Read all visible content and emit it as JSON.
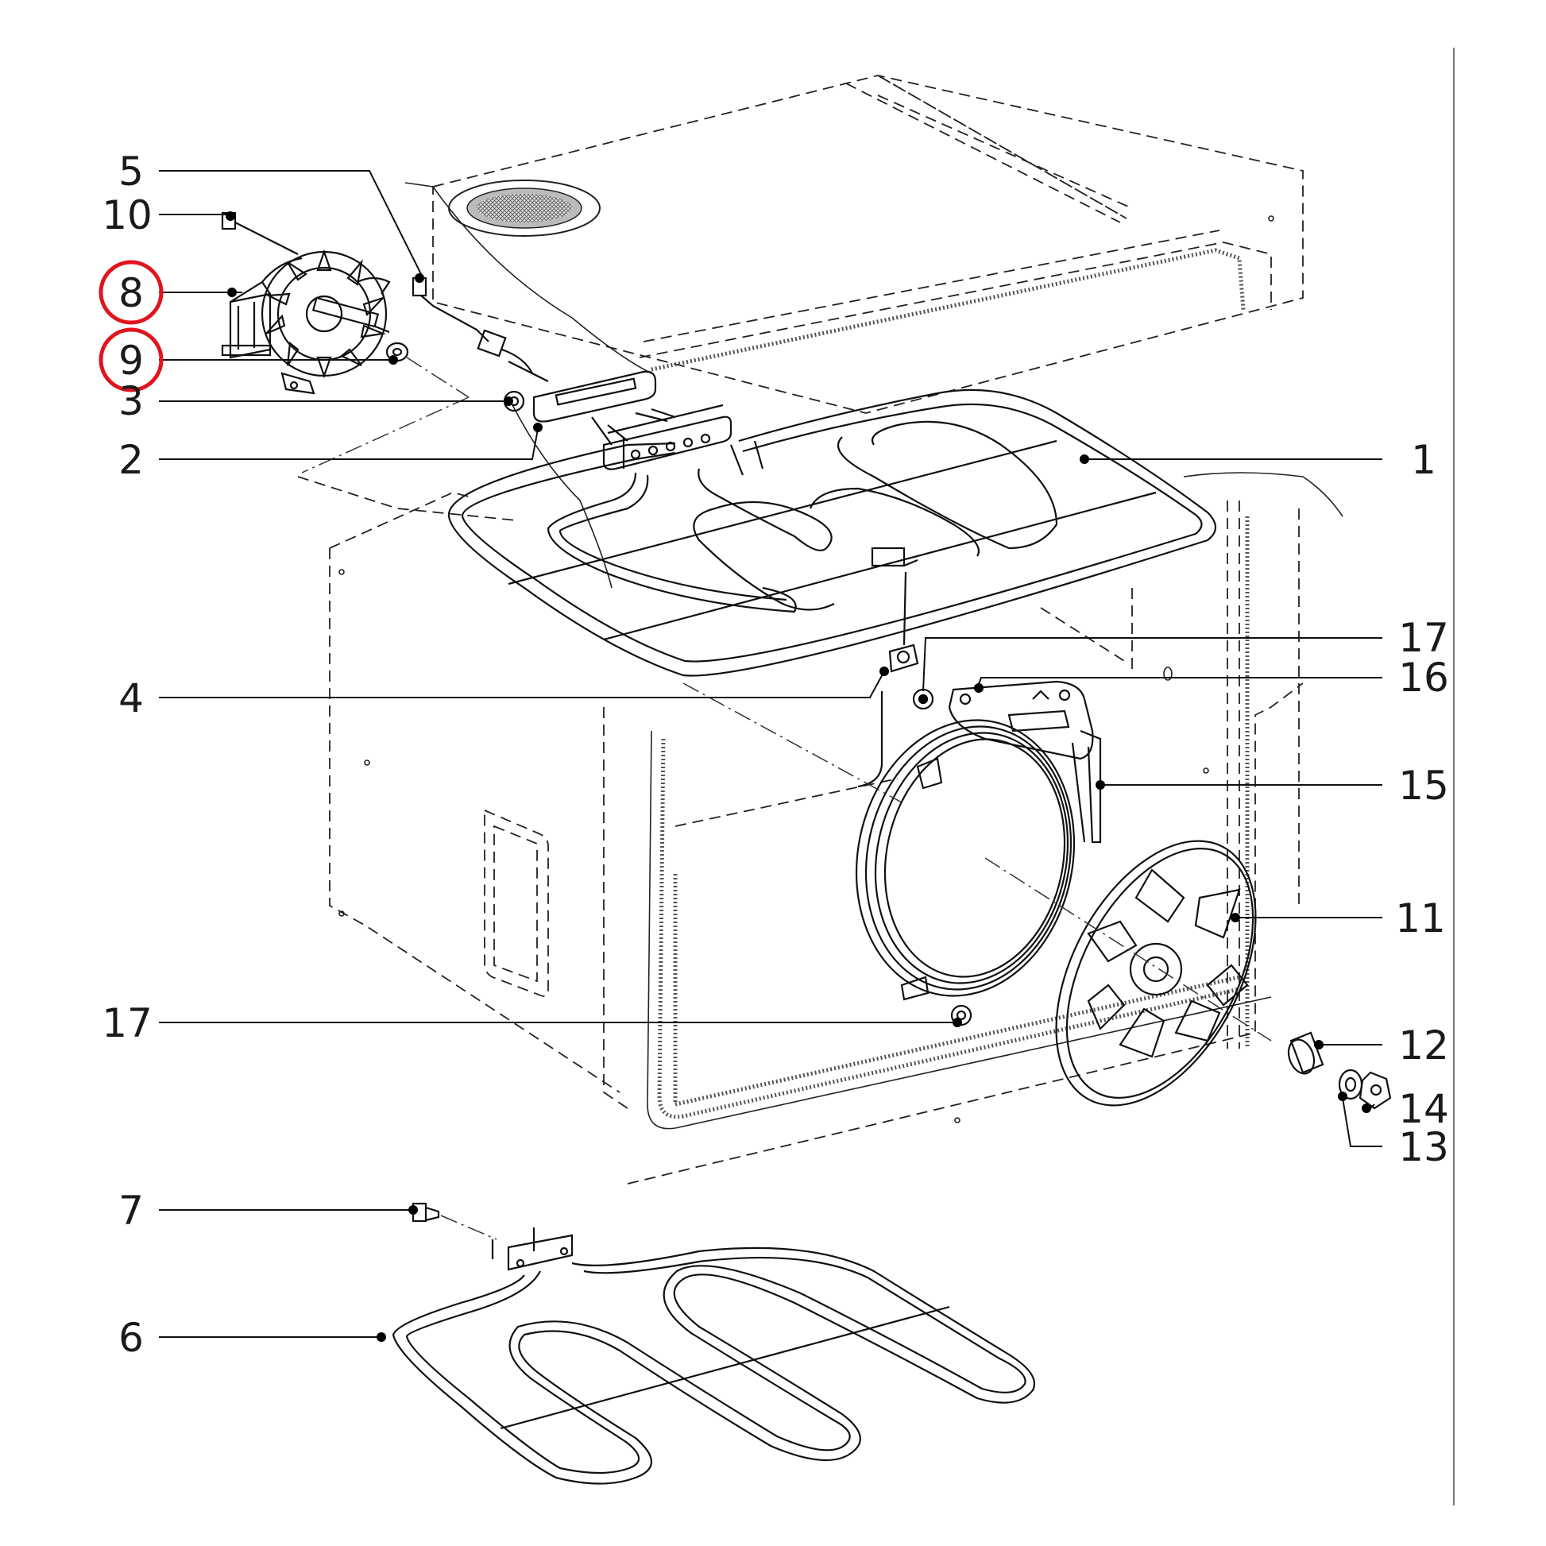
{
  "callouts": [
    {
      "id": "c1",
      "label": "1"
    },
    {
      "id": "c2",
      "label": "2"
    },
    {
      "id": "c3",
      "label": "3"
    },
    {
      "id": "c4",
      "label": "4"
    },
    {
      "id": "c5",
      "label": "5"
    },
    {
      "id": "c6",
      "label": "6"
    },
    {
      "id": "c7",
      "label": "7"
    },
    {
      "id": "c8",
      "label": "8",
      "highlighted": true
    },
    {
      "id": "c9",
      "label": "9",
      "highlighted": true
    },
    {
      "id": "c10",
      "label": "10"
    },
    {
      "id": "c11",
      "label": "11"
    },
    {
      "id": "c12",
      "label": "12"
    },
    {
      "id": "c13",
      "label": "13"
    },
    {
      "id": "c14",
      "label": "14"
    },
    {
      "id": "c15",
      "label": "15"
    },
    {
      "id": "c16",
      "label": "16"
    },
    {
      "id": "c17a",
      "label": "17"
    },
    {
      "id": "c17b",
      "label": "17"
    }
  ],
  "colors": {
    "line": "#111111",
    "highlight_circle": "#e0141e",
    "background": "#ffffff"
  }
}
